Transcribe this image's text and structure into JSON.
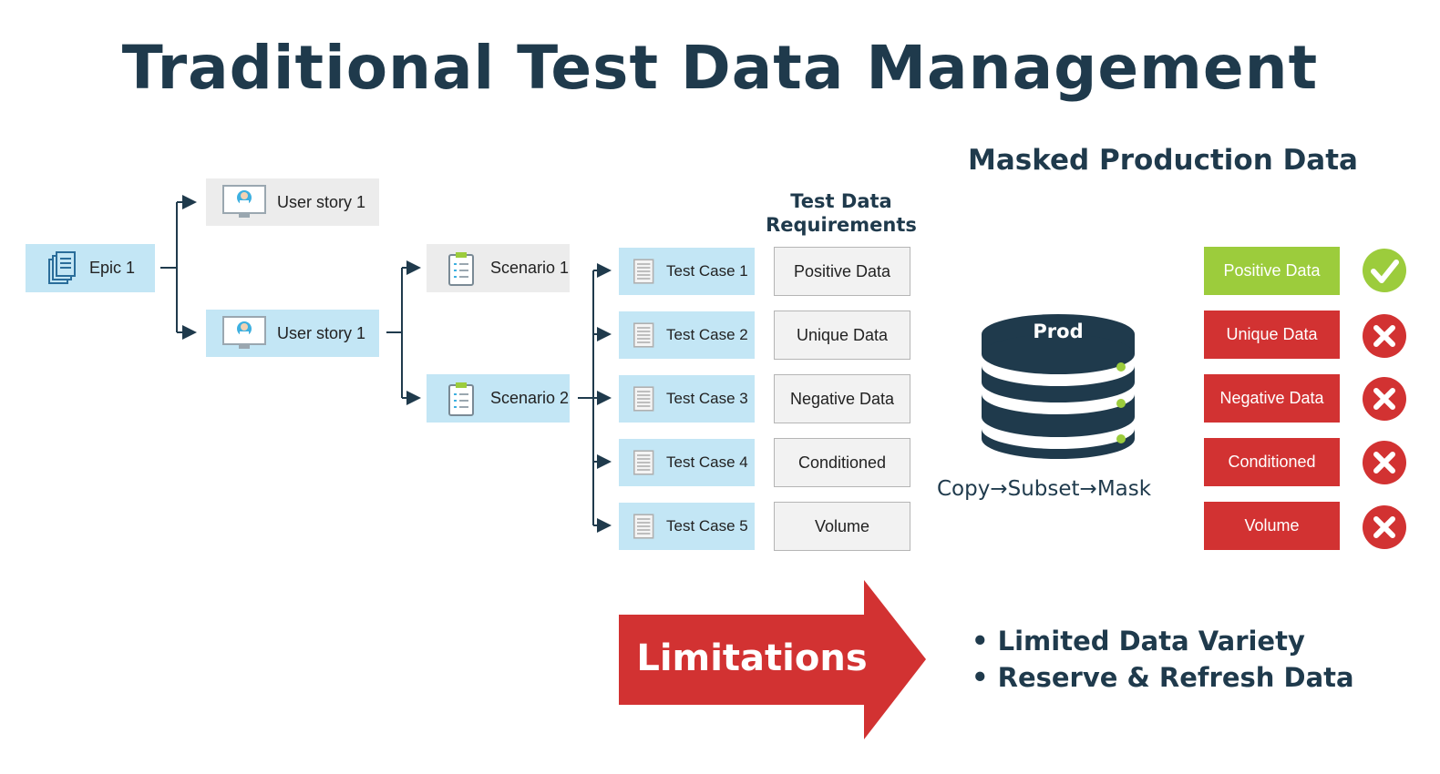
{
  "title": "Traditional Test Data Management",
  "hierarchy": {
    "epic": "Epic 1",
    "user_stories": [
      "User story 1",
      "User story 1"
    ],
    "scenarios": [
      "Scenario 1",
      "Scenario 2"
    ],
    "test_cases": [
      "Test Case 1",
      "Test Case 2",
      "Test Case 3",
      "Test Case 4",
      "Test Case 5"
    ]
  },
  "requirements": {
    "heading_line1": "Test Data",
    "heading_line2": "Requirements",
    "items": [
      "Positive Data",
      "Unique Data",
      "Negative Data",
      "Conditioned",
      "Volume"
    ]
  },
  "masked": {
    "heading": "Masked Production Data",
    "db_label": "Prod",
    "process": "Copy→Subset→Mask",
    "items": [
      "Positive Data",
      "Unique Data",
      "Negative Data",
      "Conditioned",
      "Volume"
    ],
    "status": [
      "check",
      "cross",
      "cross",
      "cross",
      "cross"
    ],
    "colors": {
      "ok": "#9ccc3c",
      "fail": "#d23232"
    }
  },
  "limitations": {
    "label": "Limitations",
    "bullets": [
      "• Limited Data Variety",
      "• Reserve & Refresh Data"
    ],
    "color": "#d23232"
  },
  "colors": {
    "navy": "#1f3a4c",
    "node_blue": "#c3e6f5",
    "node_grey": "#ececec",
    "db_green": "#9ccc3c"
  }
}
